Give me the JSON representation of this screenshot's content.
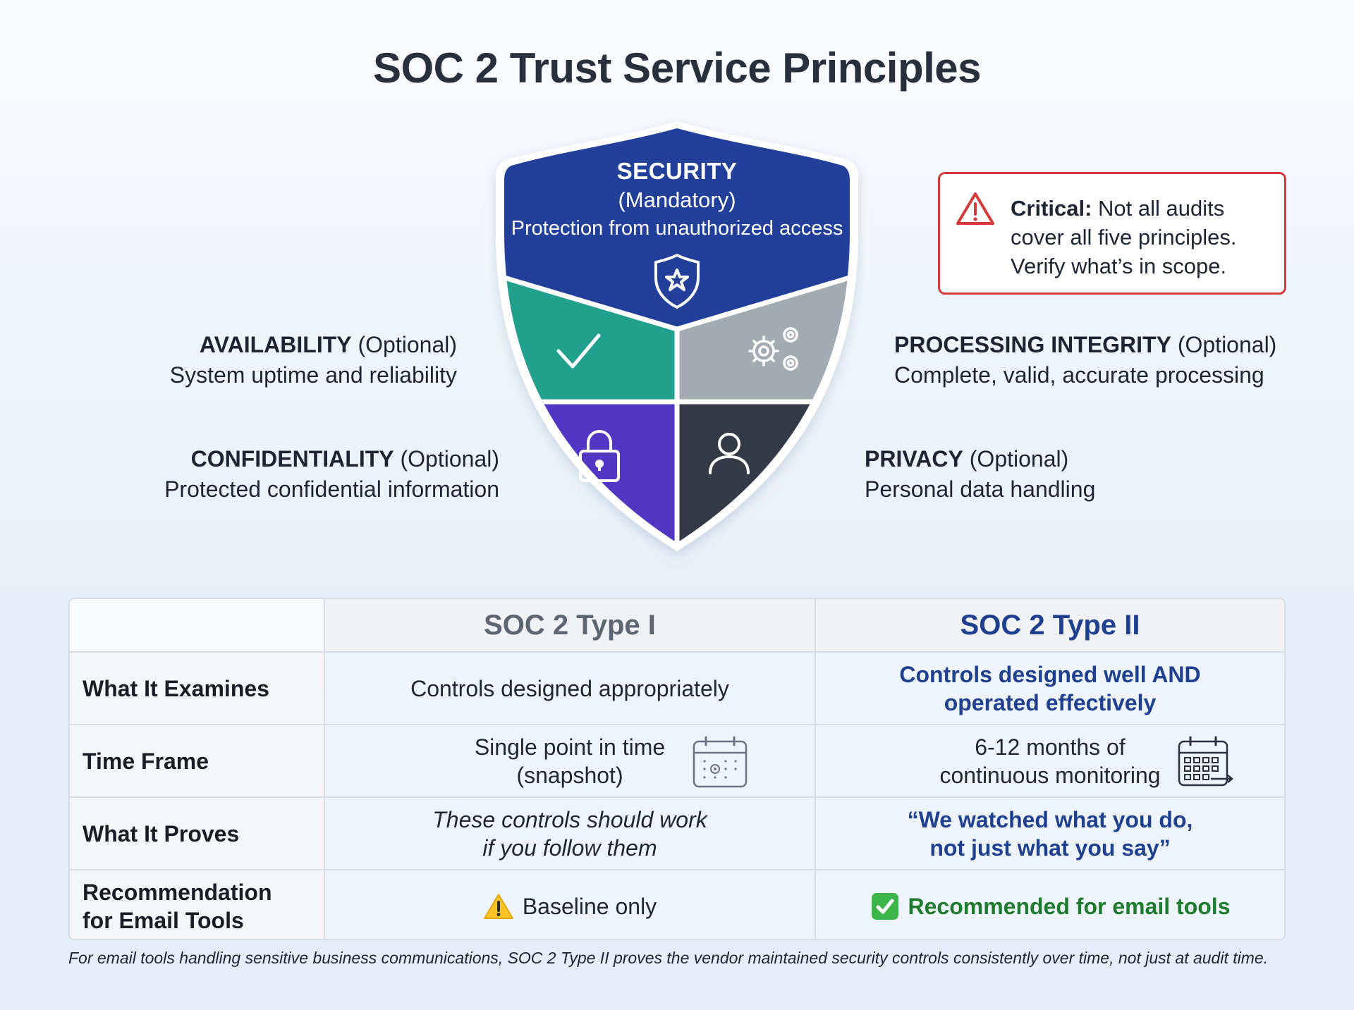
{
  "title": "SOC 2 Trust Service Principles",
  "shield": {
    "security": {
      "title": "SECURITY",
      "status": "(Mandatory)",
      "description": "Protection from unauthorized access"
    },
    "colors": {
      "security": "#22409a",
      "availability": "#22a08e",
      "processing_integrity": "#a3aab2",
      "confidentiality": "#5237c4",
      "privacy": "#353a46"
    }
  },
  "principles": {
    "availability": {
      "name": "AVAILABILITY",
      "status": "(Optional)",
      "description": "System uptime and reliability"
    },
    "processing_integrity": {
      "name": "PROCESSING INTEGRITY",
      "status": "(Optional)",
      "description": "Complete, valid, accurate processing"
    },
    "confidentiality": {
      "name": "CONFIDENTIALITY",
      "status": "(Optional)",
      "description": "Protected confidential information"
    },
    "privacy": {
      "name": "PRIVACY",
      "status": "(Optional)",
      "description": "Personal data handling"
    }
  },
  "critical": {
    "label": "Critical:",
    "text_line1": "Not all audits",
    "text_line2": "cover all five principles.",
    "text_line3": "Verify what’s in scope."
  },
  "table": {
    "headers": [
      "",
      "SOC 2 Type I",
      "SOC 2 Type II"
    ],
    "rows": [
      {
        "label": "What It Examines",
        "type1": [
          "Controls designed appropriately"
        ],
        "type2": [
          "Controls designed well AND",
          "operated effectively"
        ]
      },
      {
        "label": "Time Frame",
        "type1": [
          "Single point in time",
          "(snapshot)"
        ],
        "type2": [
          "6-12 months of",
          "continuous monitoring"
        ]
      },
      {
        "label": "What It Proves",
        "type1": [
          "These controls should work",
          "if you follow them"
        ],
        "type2": [
          "“We watched what you do,",
          "not just what you say”"
        ]
      },
      {
        "label_line1": "Recommendation",
        "label_line2": "for Email Tools",
        "type1": [
          "Baseline only"
        ],
        "type2": [
          "Recommended for email tools"
        ]
      }
    ]
  },
  "footnote": "For email tools handling sensitive business communications, SOC 2 Type II proves the vendor maintained security controls consistently over time, not just at audit time.",
  "icons": {
    "security": "shield-star-icon",
    "availability": "checkmark-icon",
    "processing_integrity": "gears-icon",
    "confidentiality": "padlock-icon",
    "privacy": "person-icon",
    "critical": "warning-triangle-icon",
    "type1_time": "calendar-snapshot-icon",
    "type2_time": "calendar-continuous-icon",
    "type1_recommendation": "warning-emoji-icon",
    "type2_recommendation": "green-check-emoji-icon"
  },
  "accent_colors": {
    "type2_text": "#1f3f8f",
    "recommended_green": "#1e7a2c",
    "critical_red": "#d63a3a"
  }
}
